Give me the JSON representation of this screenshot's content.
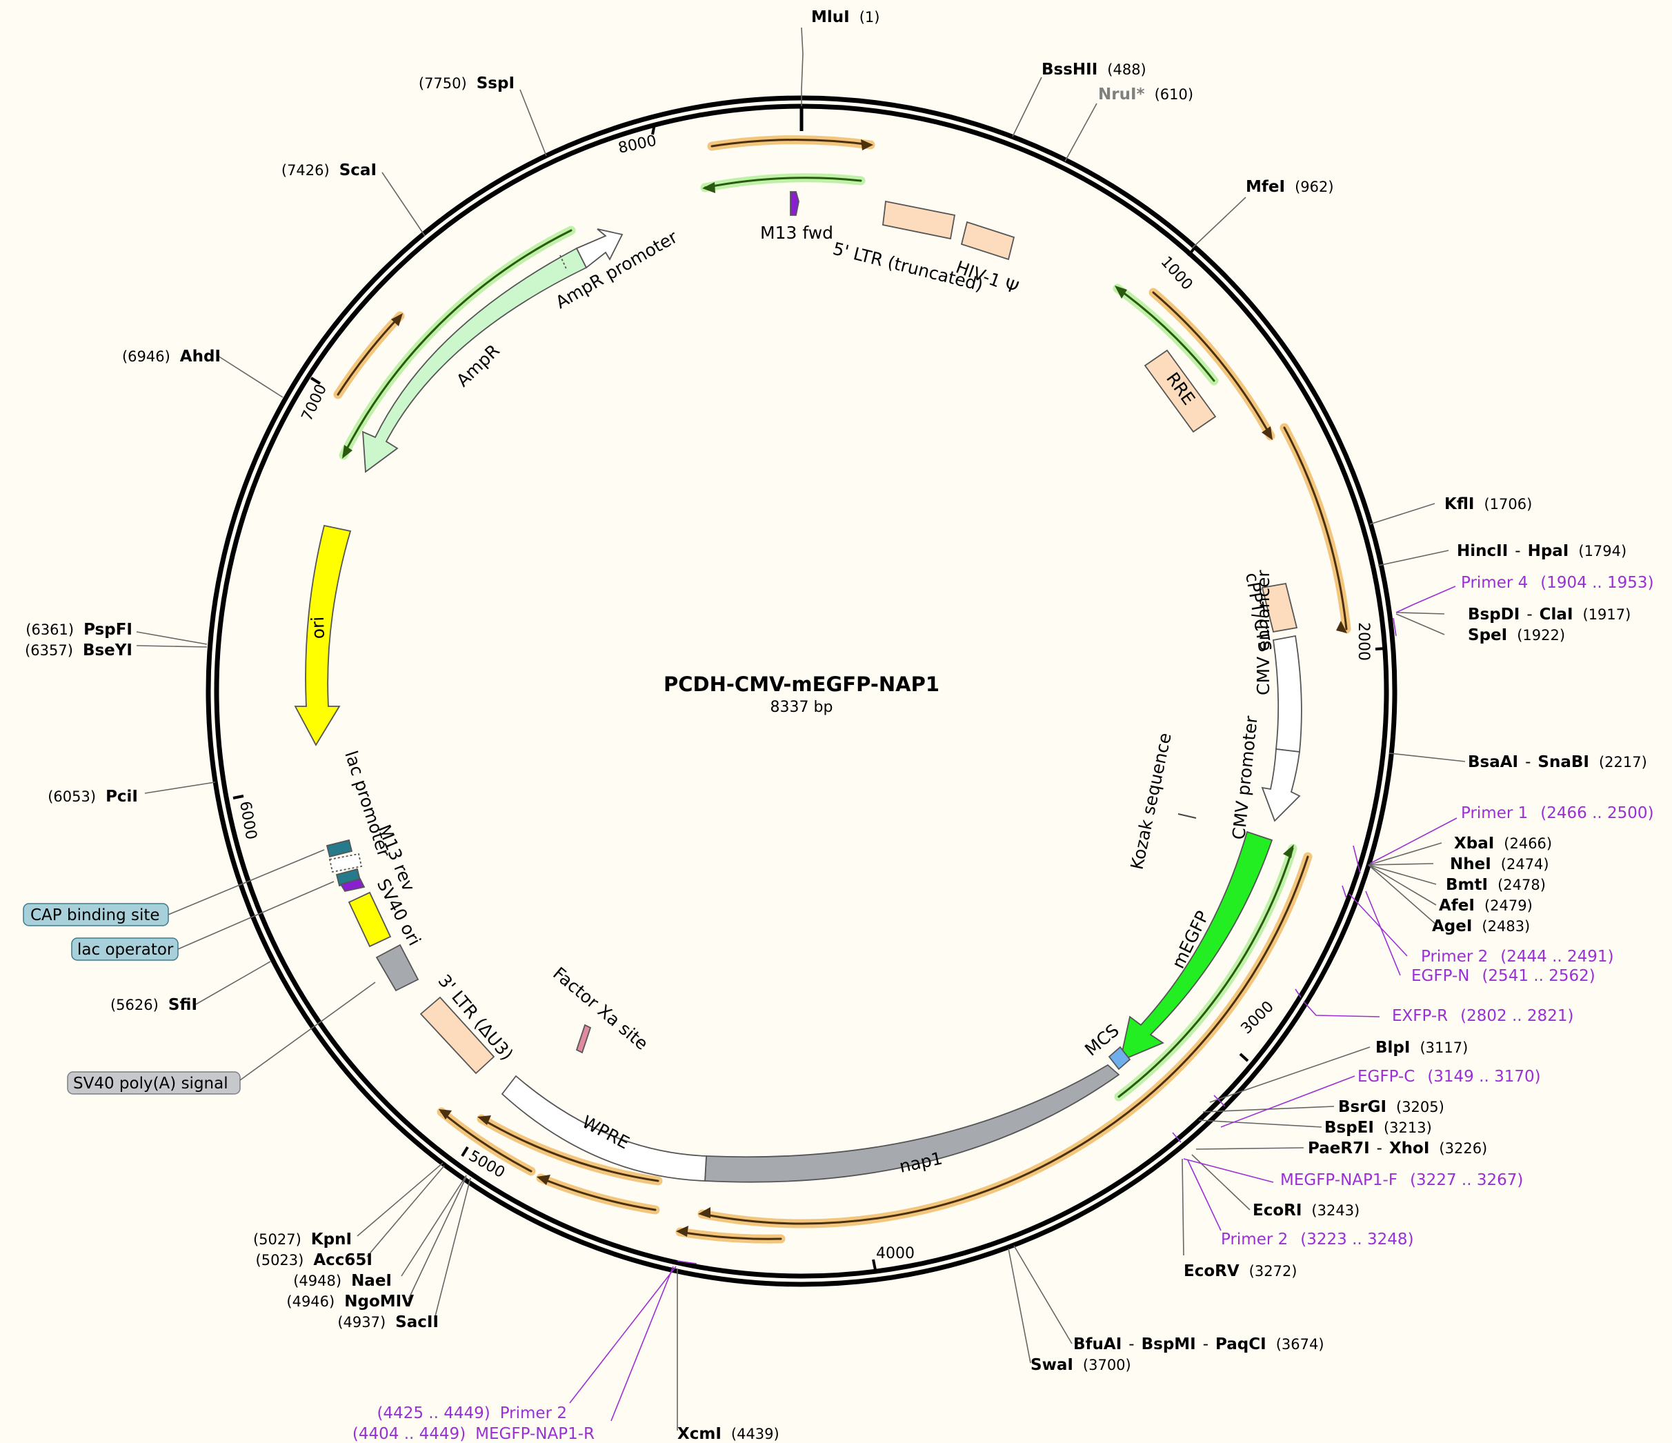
{
  "plasmid": {
    "name": "PCDH-CMV-mEGFP-NAP1",
    "size": "8337 bp"
  },
  "ticks": [
    "1000",
    "2000",
    "3000",
    "4000",
    "5000",
    "6000",
    "7000",
    "8000"
  ],
  "sites": {
    "mlui": "MluI",
    "mlui_pos": "(1)",
    "bsshii": "BssHII",
    "bsshii_pos": "(488)",
    "nrui": "NruI*",
    "nrui_pos": "(610)",
    "mfei": "MfeI",
    "mfei_pos": "(962)",
    "kfli": "KflI",
    "kfli_pos": "(1706)",
    "hincii": "HincII",
    "hpai": "HpaI",
    "hpai_pos": "(1794)",
    "bspdi": "BspDI",
    "clai": "ClaI",
    "clai_pos": "(1917)",
    "spei": "SpeI",
    "spei_pos": "(1922)",
    "bsaai": "BsaAI",
    "snabi": "SnaBI",
    "snabi_pos": "(2217)",
    "xbai": "XbaI",
    "xbai_pos": "(2466)",
    "nhei": "NheI",
    "nhei_pos": "(2474)",
    "bmti": "BmtI",
    "bmti_pos": "(2478)",
    "afei": "AfeI",
    "afei_pos": "(2479)",
    "agei": "AgeI",
    "agei_pos": "(2483)",
    "blpi": "BlpI",
    "blpi_pos": "(3117)",
    "bsrgi": "BsrGI",
    "bsrgi_pos": "(3205)",
    "bspei": "BspEI",
    "bspei_pos": "(3213)",
    "paer7i": "PaeR7I",
    "xhoi": "XhoI",
    "xhoi_pos": "(3226)",
    "ecori": "EcoRI",
    "ecori_pos": "(3243)",
    "ecorv": "EcoRV",
    "ecorv_pos": "(3272)",
    "bfuai": "BfuAI",
    "bspmi": "BspMI",
    "paqci": "PaqCI",
    "paqci_pos": "(3674)",
    "swai": "SwaI",
    "swai_pos": "(3700)",
    "xcmi": "XcmI",
    "xcmi_pos": "(4439)",
    "kpni": "KpnI",
    "kpni_pos": "(5027)",
    "acc65i": "Acc65I",
    "acc65i_pos": "(5023)",
    "naei": "NaeI",
    "naei_pos": "(4948)",
    "ngomiv": "NgoMIV",
    "ngomiv_pos": "(4946)",
    "sacii": "SacII",
    "sacii_pos": "(4937)",
    "sfii": "SfiI",
    "sfii_pos": "(5626)",
    "pcii": "PciI",
    "pcii_pos": "(6053)",
    "pspfi": "PspFI",
    "pspfi_pos": "(6361)",
    "bseyi": "BseYI",
    "bseyi_pos": "(6357)",
    "ahdi": "AhdI",
    "ahdi_pos": "(6946)",
    "scai": "ScaI",
    "scai_pos": "(7426)",
    "sspi": "SspI",
    "sspi_pos": "(7750)",
    "sep": "-"
  },
  "primers": {
    "primer4": "Primer 4",
    "primer4_range": "(1904 .. 1953)",
    "primer1": "Primer 1",
    "primer1_range": "(2466 .. 2500)",
    "primer2a": "Primer 2",
    "primer2a_range": "(2444 .. 2491)",
    "egfpn": "EGFP-N",
    "egfpn_range": "(2541 .. 2562)",
    "exfpr": "EXFP-R",
    "exfpr_range": "(2802 .. 2821)",
    "egfpc": "EGFP-C",
    "egfpc_range": "(3149 .. 3170)",
    "megfpnap1f": "MEGFP-NAP1-F",
    "megfpnap1f_range": "(3227 .. 3267)",
    "primer2b": "Primer 2",
    "primer2b_range": "(3223 .. 3248)",
    "primer2c": "Primer 2",
    "primer2c_range": "(4425 .. 4449)",
    "megfpnap1r": "MEGFP-NAP1-R",
    "megfpnap1r_range": "(4404 .. 4449)"
  },
  "features": {
    "m13fwd": "M13 fwd",
    "ltr5": "5' LTR (truncated)",
    "hiv1psi": "HIV-1 Ψ",
    "rre": "RRE",
    "cppt": "cPPT/CTS",
    "cmvenh": "CMV enhancer",
    "cmvprom": "CMV promoter",
    "kozak": "Kozak sequence",
    "megfp": "mEGFP",
    "mcs": "MCS",
    "nap1": "nap1",
    "wpre": "WPRE",
    "factorxa": "Factor Xa site",
    "ltr3": "3' LTR (ΔU3)",
    "sv40ori": "SV40 ori",
    "m13rev": "M13 rev",
    "lacprom": "lac promoter",
    "ori": "ori",
    "ampr": "AmpR",
    "amprprom": "AmpR promoter",
    "cap": "CAP binding site",
    "lacop": "lac operator",
    "sv40pa": "SV40 poly(A) signal"
  },
  "colors": {
    "primer": "#9a2fd6",
    "egfp": "#22ee22",
    "ampr": "#ccf7cc",
    "ori": "#ffff00",
    "ltr": "#fddcbd",
    "gray": "#a6aaae",
    "orf": "#f0b860"
  }
}
